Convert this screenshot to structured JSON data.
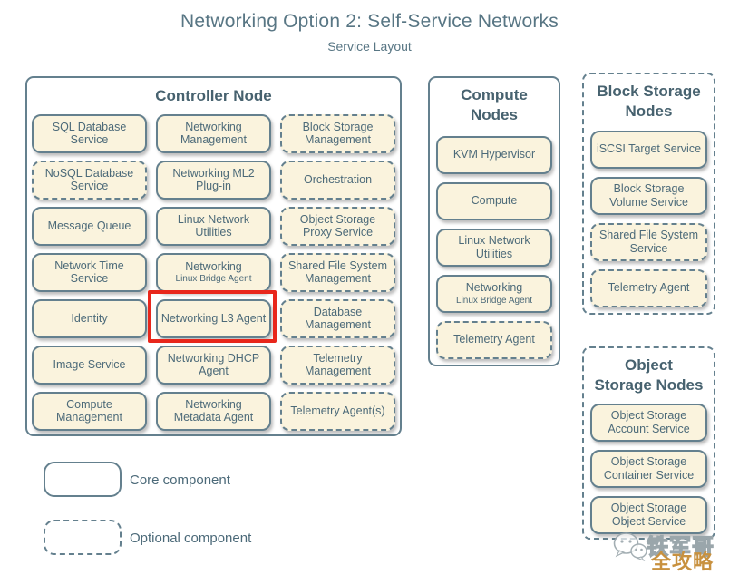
{
  "page": {
    "title": "Networking Option 2: Self-Service Networks",
    "subtitle": "Service Layout"
  },
  "colors": {
    "outline_slate": "#64808e",
    "component_fill": "#faf3dd",
    "text_slate": "#4c6a79",
    "highlight_red": "#e8271c",
    "watermark_orange": "#c8913f"
  },
  "nodes": {
    "controller": {
      "title": "Controller Node",
      "components": [
        {
          "label": "SQL Database Service",
          "optional": false
        },
        {
          "label": "Networking Management",
          "optional": false
        },
        {
          "label": "Block Storage Management",
          "optional": true
        },
        {
          "label": "NoSQL Database Service",
          "optional": true
        },
        {
          "label": "Networking ML2 Plug-in",
          "optional": false
        },
        {
          "label": "Orchestration",
          "optional": true
        },
        {
          "label": "Message Queue",
          "optional": false
        },
        {
          "label": "Linux Network Utilities",
          "optional": false
        },
        {
          "label": "Object Storage Proxy Service",
          "optional": true
        },
        {
          "label": "Network Time Service",
          "optional": false
        },
        {
          "label": "Networking",
          "sublabel": "Linux Bridge Agent",
          "optional": false
        },
        {
          "label": "Shared File System Management",
          "optional": true
        },
        {
          "label": "Identity",
          "optional": false
        },
        {
          "label": "Networking L3 Agent",
          "optional": false,
          "highlighted": true
        },
        {
          "label": "Database Management",
          "optional": true
        },
        {
          "label": "Image Service",
          "optional": false
        },
        {
          "label": "Networking DHCP Agent",
          "optional": false
        },
        {
          "label": "Telemetry Management",
          "optional": true
        },
        {
          "label": "Compute Management",
          "optional": false
        },
        {
          "label": "Networking Metadata Agent",
          "optional": false
        },
        {
          "label": "Telemetry Agent(s)",
          "optional": true
        }
      ]
    },
    "compute": {
      "title_lines": [
        "Compute",
        "Nodes"
      ],
      "components": [
        {
          "label": "KVM Hypervisor",
          "optional": false
        },
        {
          "label": "Compute",
          "optional": false
        },
        {
          "label": "Linux Network Utilities",
          "optional": false
        },
        {
          "label": "Networking",
          "sublabel": "Linux Bridge Agent",
          "optional": false
        },
        {
          "label": "Telemetry Agent",
          "optional": true
        }
      ]
    },
    "block_storage": {
      "title_lines": [
        "Block Storage",
        "Nodes"
      ],
      "components": [
        {
          "label": "iSCSI Target Service",
          "optional": false
        },
        {
          "label": "Block Storage Volume Service",
          "optional": false
        },
        {
          "label": "Shared File System Service",
          "optional": true
        },
        {
          "label": "Telemetry Agent",
          "optional": true
        }
      ]
    },
    "object_storage": {
      "title_lines": [
        "Object",
        "Storage Nodes"
      ],
      "components": [
        {
          "label": "Object Storage Account Service",
          "optional": false
        },
        {
          "label": "Object Storage Container Service",
          "optional": false
        },
        {
          "label": "Object Storage Object Service",
          "optional": false
        }
      ]
    }
  },
  "legend": {
    "core_label": "Core component",
    "optional_label": "Optional component"
  },
  "watermark": {
    "icon": "wechat-icon",
    "line1": "铁军哥",
    "line2": "全攻略"
  }
}
